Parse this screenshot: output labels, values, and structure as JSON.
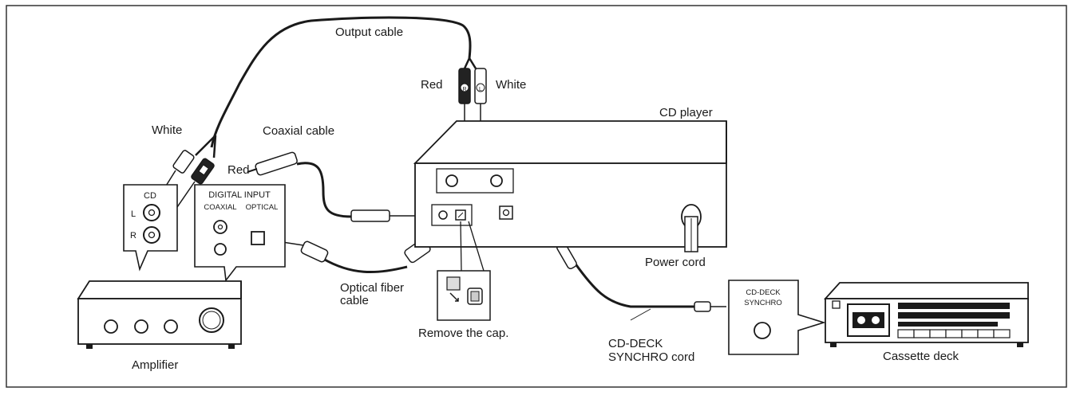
{
  "labels": {
    "output_cable": "Output cable",
    "red_top": "Red",
    "white_top": "White",
    "cd_player": "CD player",
    "white_left": "White",
    "red_left": "Red",
    "coaxial_cable": "Coaxial cable",
    "power_cord": "Power cord",
    "optical_fiber_line1": "Optical fiber",
    "optical_fiber_line2": "cable",
    "remove_cap": "Remove the cap.",
    "synchro_cord_line1": "CD-DECK",
    "synchro_cord_line2": "SYNCHRO cord",
    "amplifier": "Amplifier",
    "cassette_deck": "Cassette deck"
  },
  "amp_cd_panel": {
    "heading": "CD",
    "left": "L",
    "right": "R"
  },
  "amp_digital_panel": {
    "heading": "DIGITAL INPUT",
    "coaxial": "COAXIAL",
    "optical": "OPTICAL"
  },
  "deck_panel": {
    "line1": "CD-DECK",
    "line2": "SYNCHRO"
  },
  "plug_letters": {
    "right": "R",
    "left": "L"
  },
  "colors": {
    "line": "#1a1a1a",
    "background": "#ffffff",
    "frame": "#333333"
  }
}
